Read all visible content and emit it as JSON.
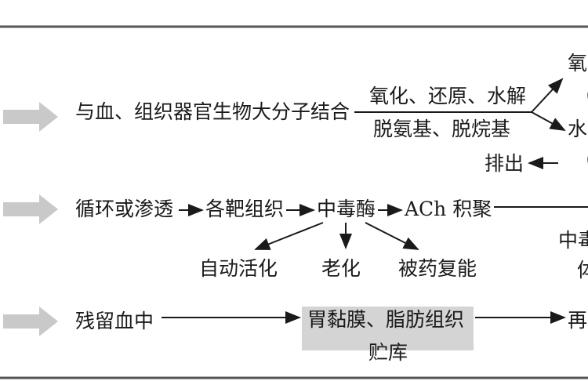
{
  "rows": {
    "row1": {
      "start": "与血、组织器官生物大分子结合",
      "upper_label": "氧化、还原、水解",
      "lower_label": "脱氨基、脱烷基",
      "right_top": "氧",
      "right_paren_top": "（",
      "right_mid": "水",
      "right_paren_mid": "（",
      "excrete": "排出"
    },
    "row2": {
      "start": "循环或渗透",
      "target": "各靶组织",
      "enzyme": "中毒酶",
      "ach": "ACh 积聚",
      "fate_1": "自动活化",
      "fate_2": "老化",
      "fate_3": "被药复能",
      "right_top": "中毒",
      "right_bottom": "体"
    },
    "row3": {
      "start": "残留血中",
      "box_line1": "胃黏膜、脂肪组织",
      "box_line2": "贮库",
      "right": "再"
    }
  },
  "colors": {
    "line": "#1a1a1a",
    "frame": "#555555",
    "big_arrow": "#c9c9c9",
    "box_fill": "#d4d4d4"
  }
}
